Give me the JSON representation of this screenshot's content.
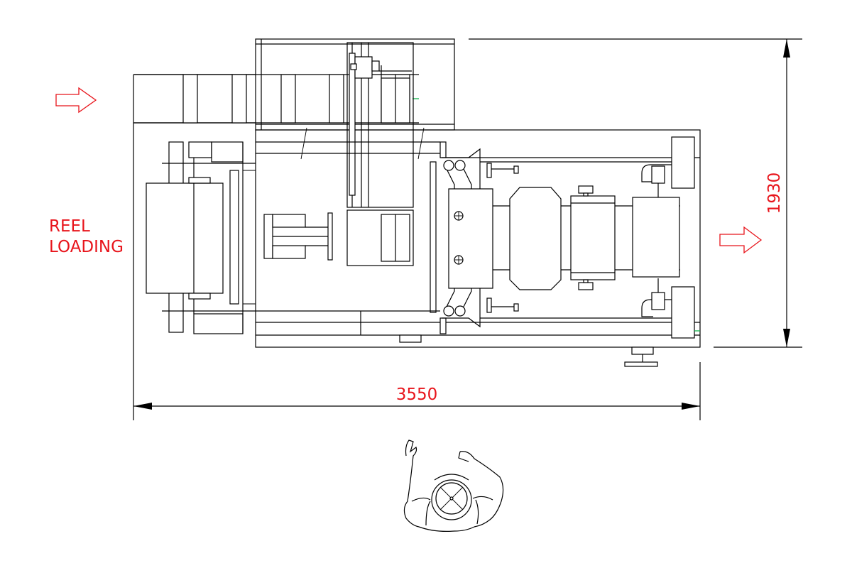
{
  "labels": {
    "width_dimension": "3550",
    "height_dimension": "1930",
    "loading_line1": "REEL",
    "loading_line2": "LOADING"
  },
  "colors": {
    "annotation": "#e8141b",
    "linework": "#000000",
    "accent": "#11b34a",
    "background": "#ffffff"
  },
  "icons": {
    "input_arrow": "right-arrow-outline",
    "output_arrow": "right-arrow-outline",
    "operator": "operator-top-view"
  }
}
